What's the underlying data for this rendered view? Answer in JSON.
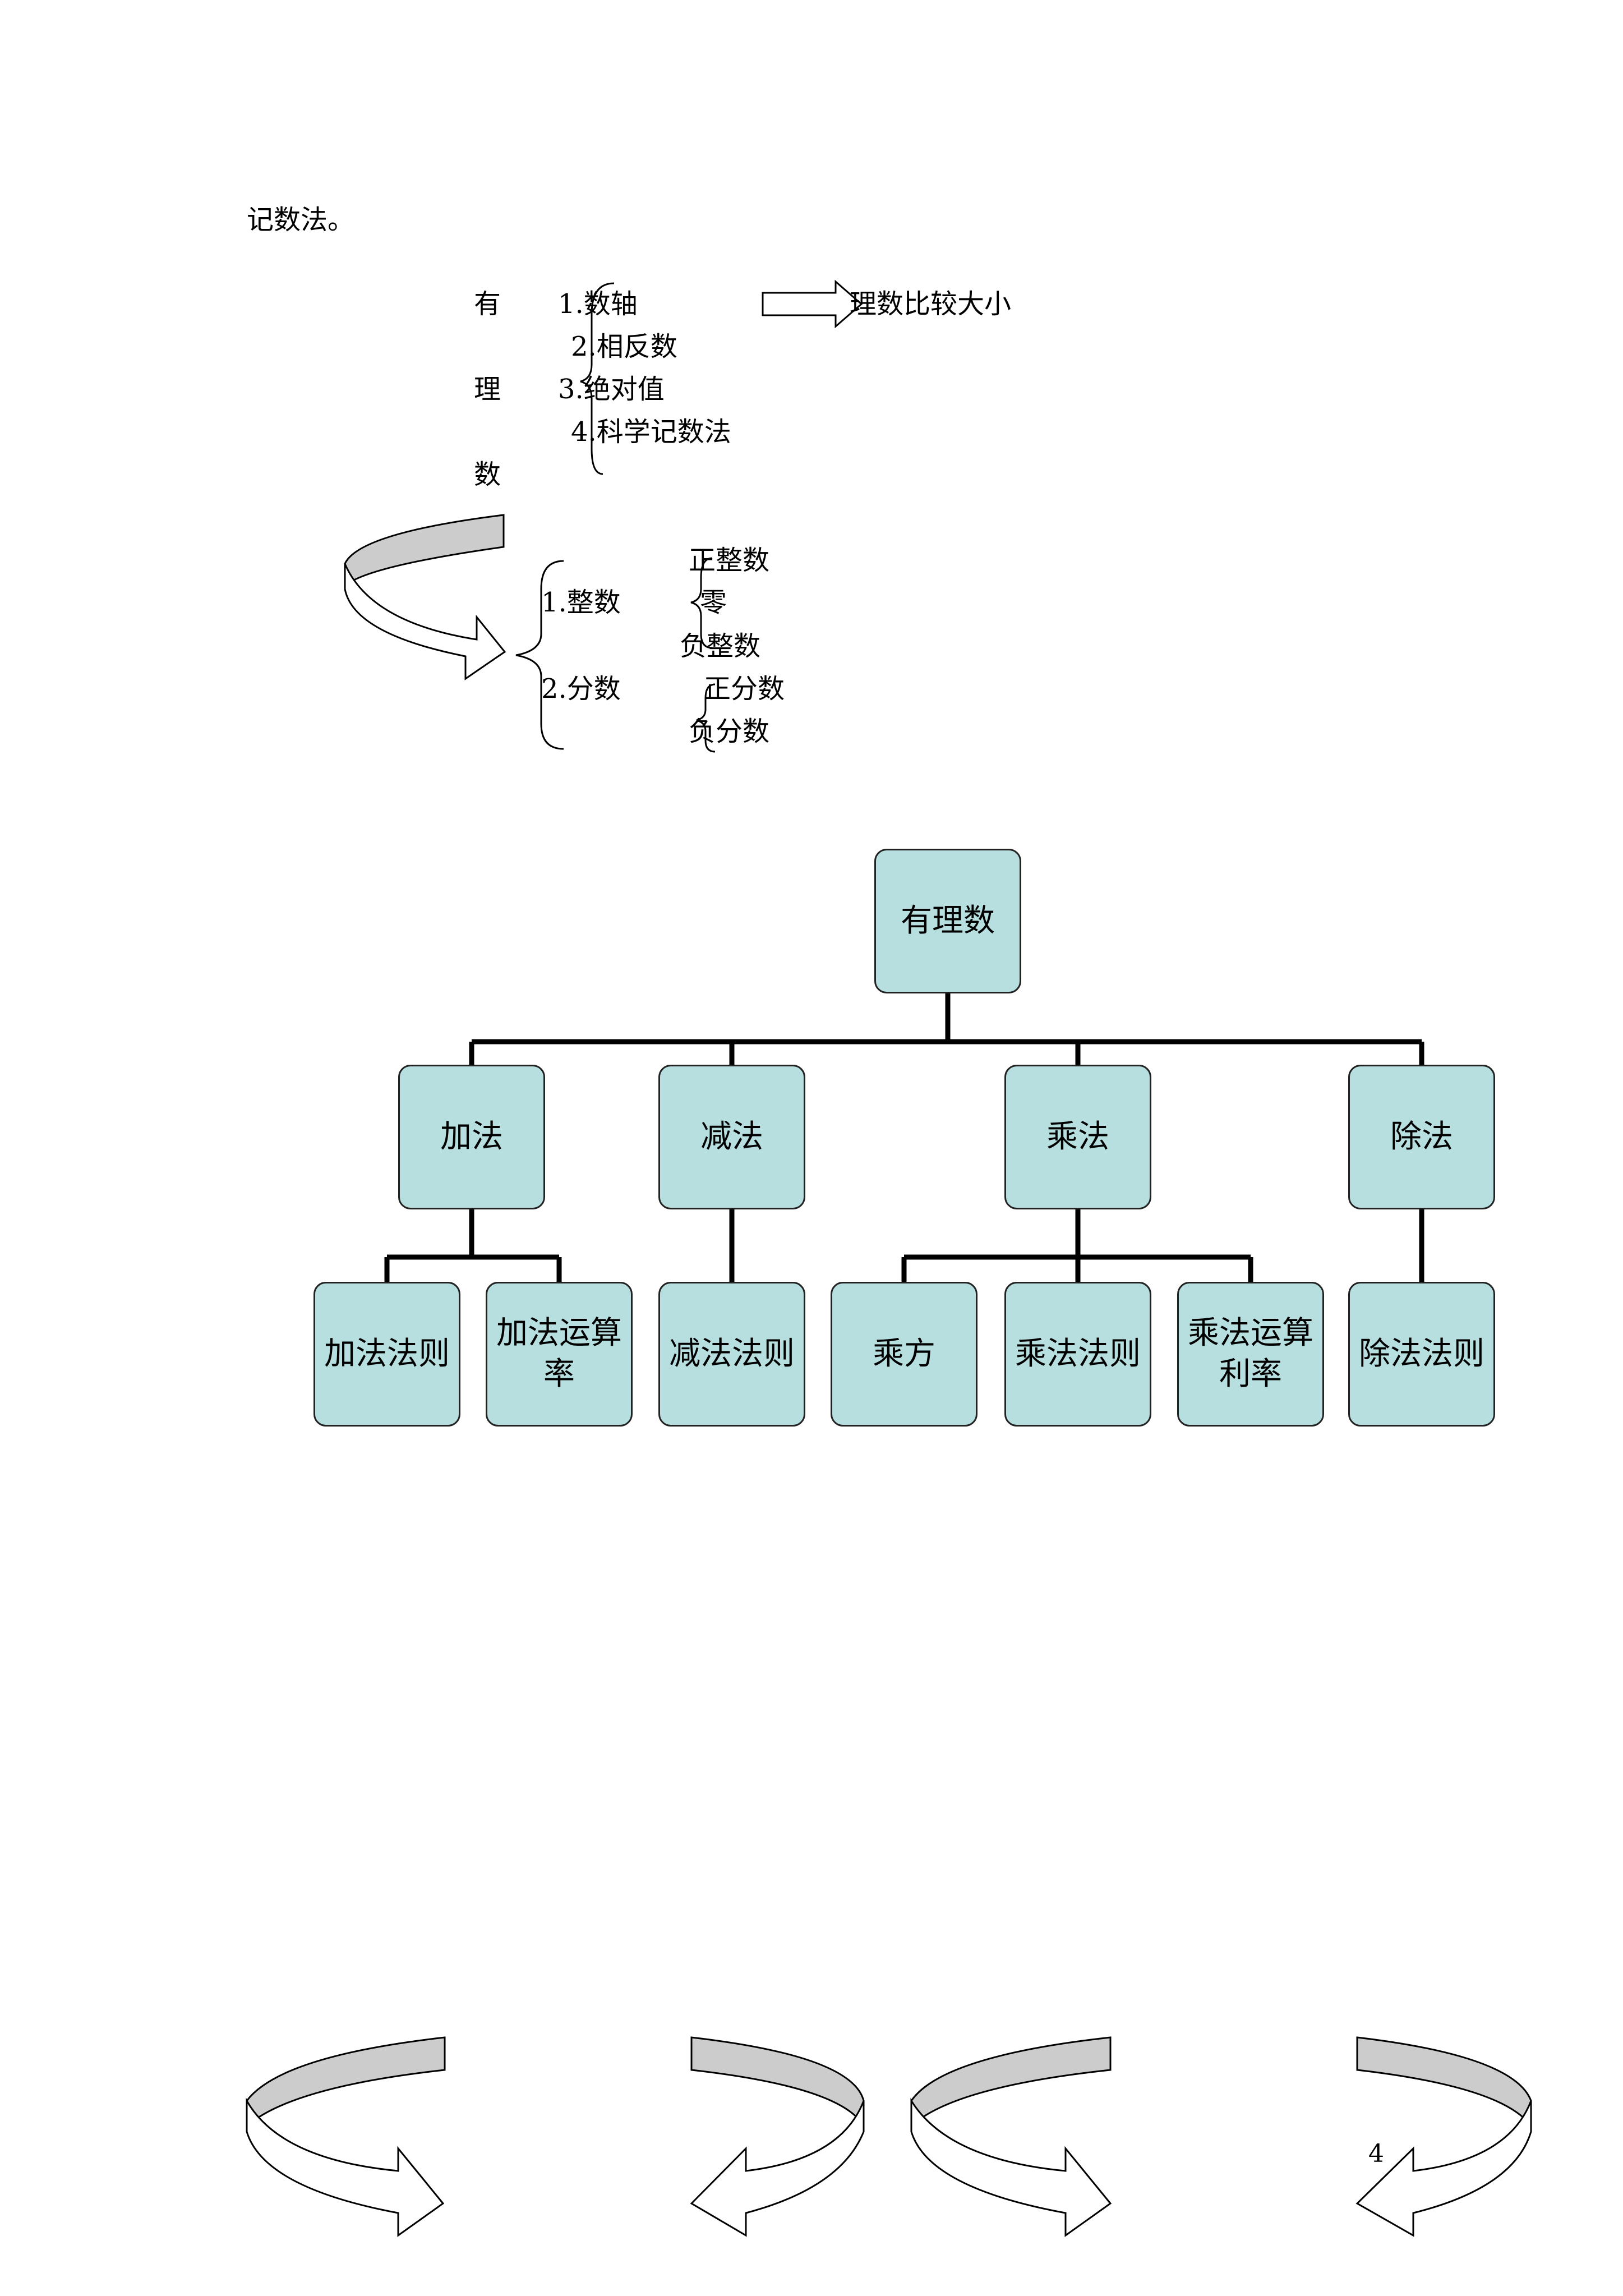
{
  "page": {
    "lead_text": "记数法。",
    "page_number": "4"
  },
  "outline_top": {
    "vertical_label": [
      "有",
      "理",
      "数"
    ],
    "items": [
      "1.数轴",
      "2.相反数",
      "3.绝对值",
      "4.科学记数法"
    ],
    "arrow_target": "理数比较大小"
  },
  "classification": {
    "integer_label": "1.整数",
    "integer_children": [
      "正整数",
      "零",
      "负整数"
    ],
    "fraction_label": "2.分数",
    "fraction_children": [
      "正分数",
      "负分数"
    ]
  },
  "org_chart": {
    "root": "有理数",
    "operations": [
      {
        "label": "加法",
        "children": [
          "加法法则",
          "加法运算率"
        ]
      },
      {
        "label": "减法",
        "children": [
          "减法法则"
        ]
      },
      {
        "label": "乘法",
        "children": [
          "乘方",
          "乘法法则",
          "乘法运算利率"
        ]
      },
      {
        "label": "除法",
        "children": [
          "除法法则"
        ]
      }
    ]
  },
  "colors": {
    "node_fill": "#b7dfe0",
    "arrow_band_fill": "#cccccc"
  },
  "icons": [
    "right-block-arrow-icon",
    "curved-arrow-icon"
  ]
}
